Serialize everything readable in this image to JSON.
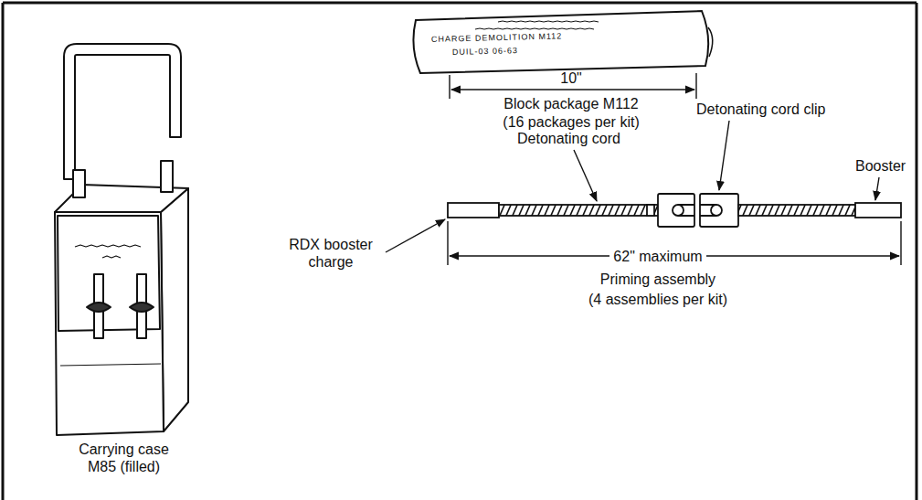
{
  "diagram": {
    "labels": [
      "CHARGE DEMOLITION M112",
      "DUIL-03 06-63",
      "10\"",
      "Block package M112",
      "(16 packages per kit)",
      "Detonating cord clip",
      "Detonating cord",
      "Booster",
      "RDX booster charge",
      "62\" maximum",
      "Priming assembly",
      "(4 assemblies per kit)",
      "Carrying case M85 (filled)"
    ]
  }
}
